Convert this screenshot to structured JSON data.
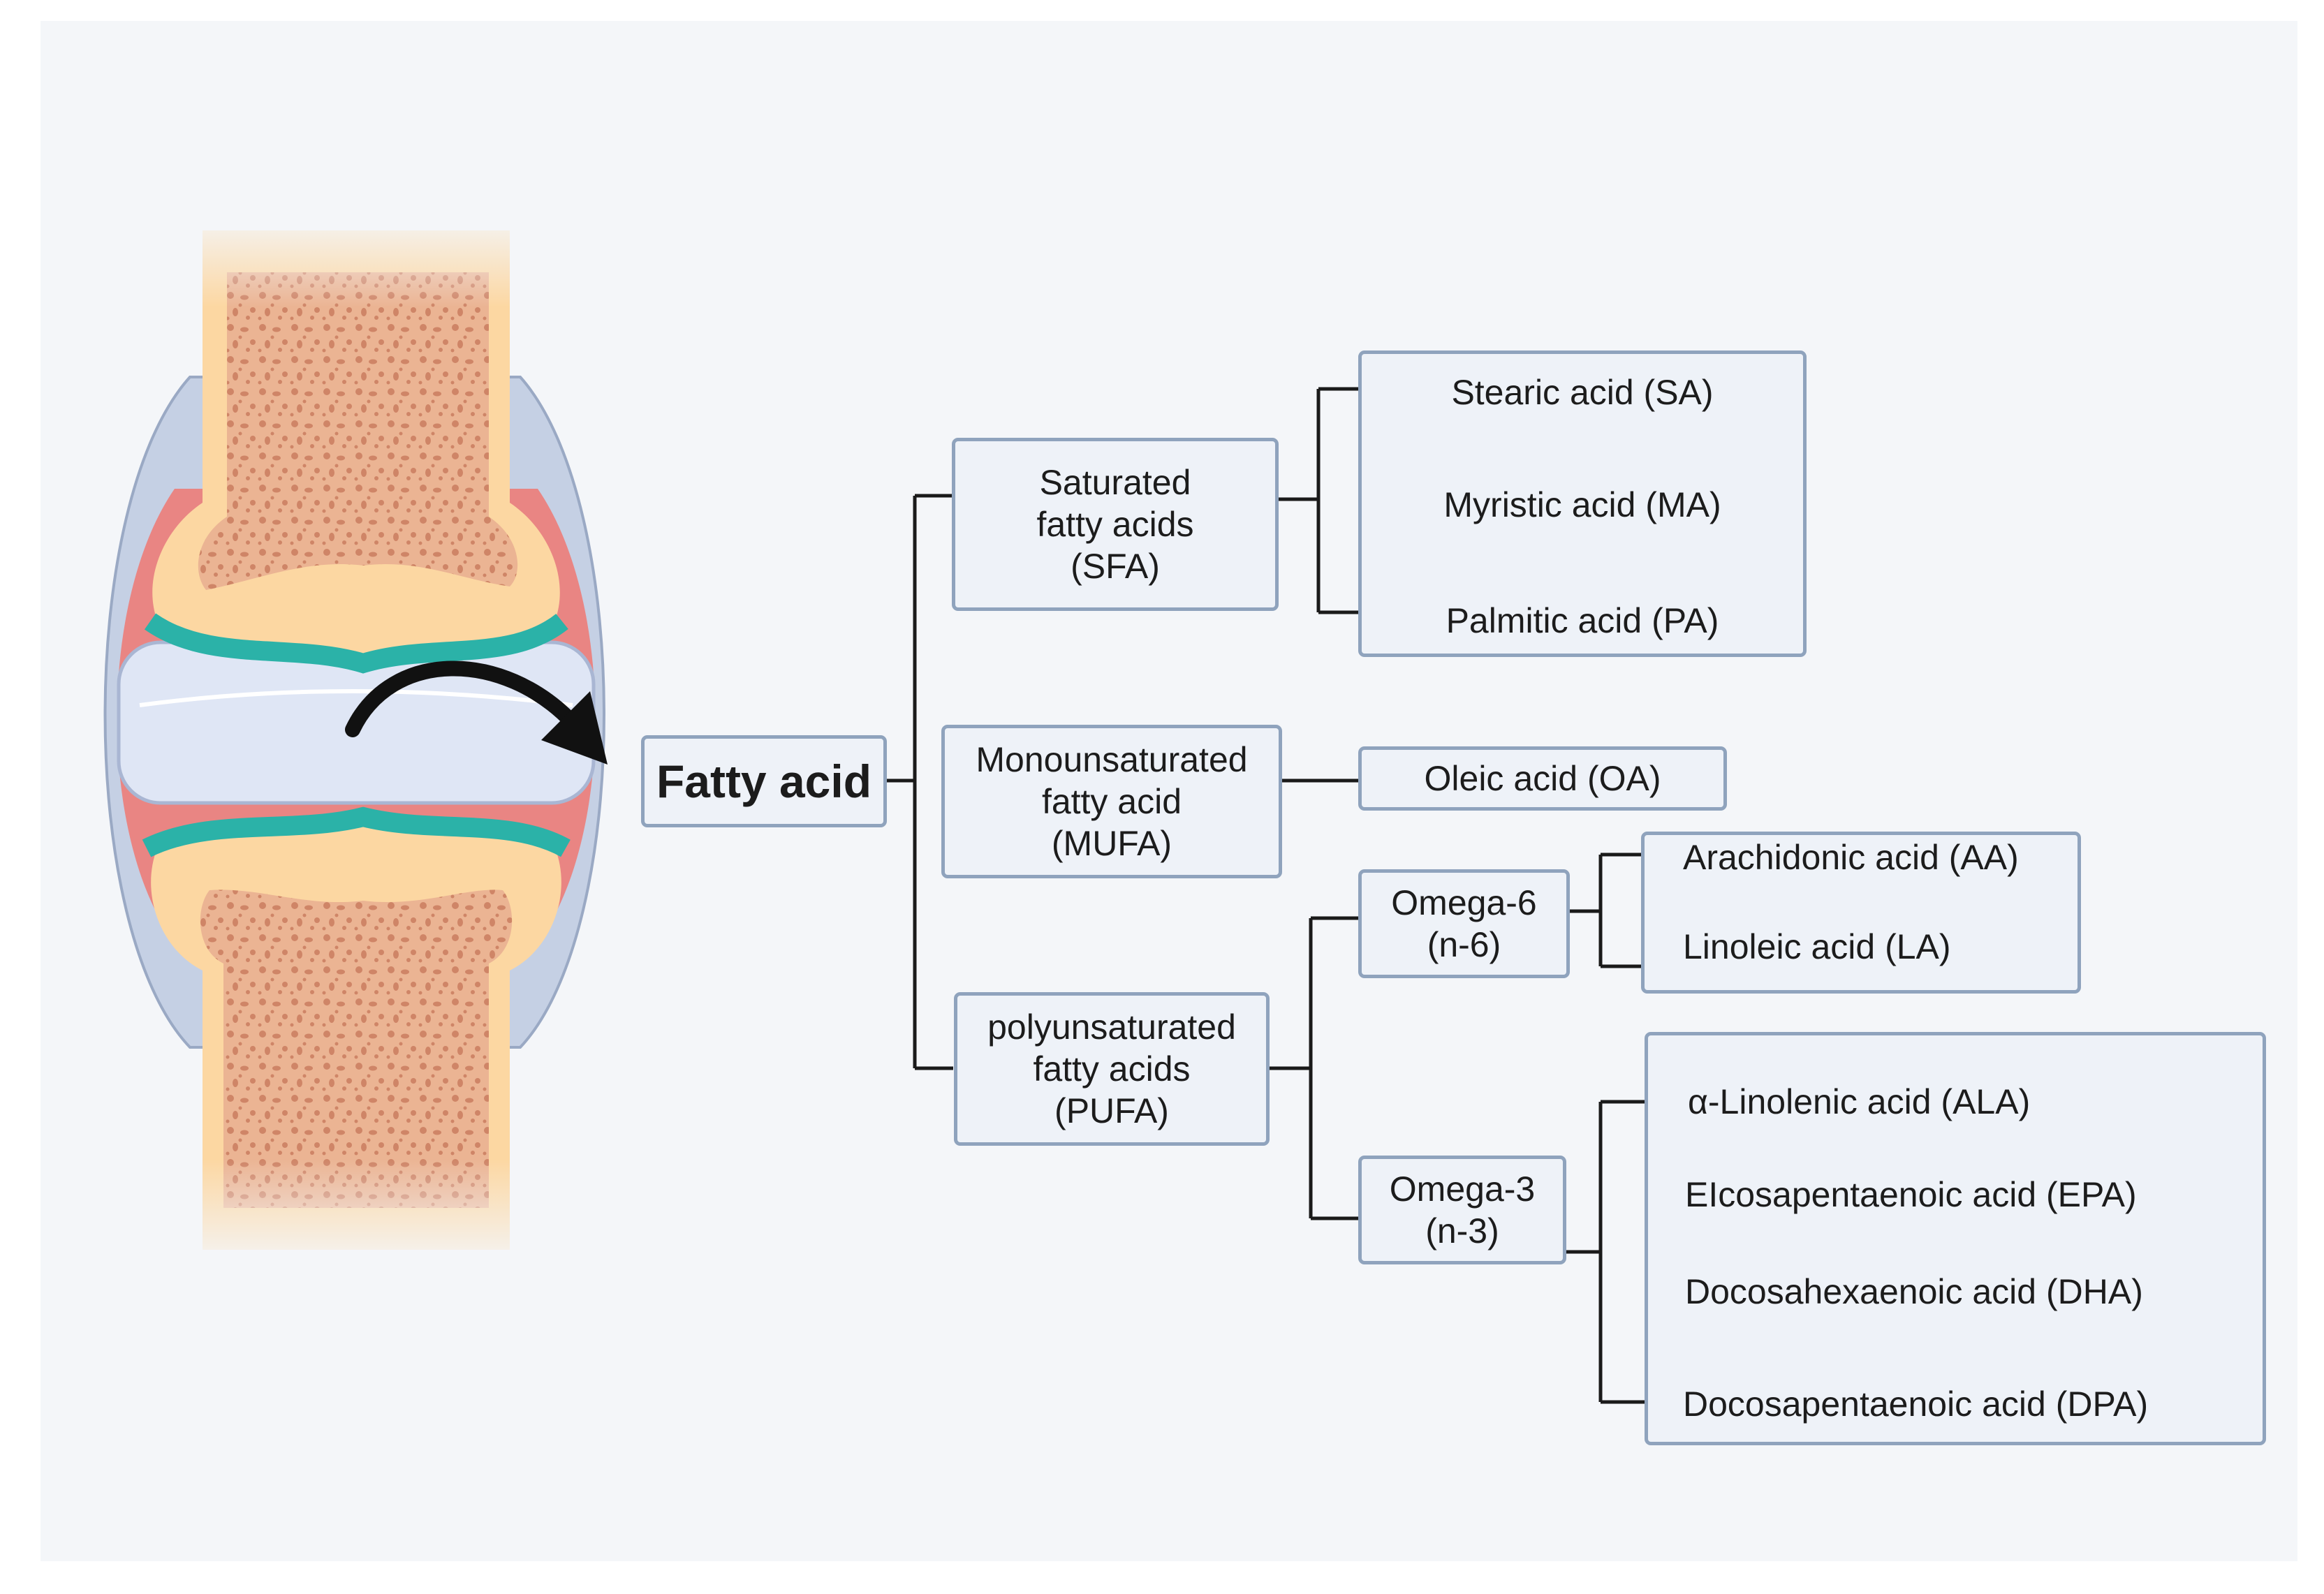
{
  "root": {
    "label": "Fatty acid"
  },
  "classes": {
    "sfa": {
      "lines": [
        "Saturated",
        "fatty acids",
        "(SFA)"
      ]
    },
    "mufa": {
      "lines": [
        "Monounsaturated",
        "fatty acid",
        "(MUFA)"
      ]
    },
    "pufa": {
      "lines": [
        "polyunsaturated",
        "fatty acids",
        "(PUFA)"
      ]
    }
  },
  "omega": {
    "n6": {
      "lines": [
        "Omega-6",
        "(n-6)"
      ]
    },
    "n3": {
      "lines": [
        "Omega-3",
        "(n-3)"
      ]
    }
  },
  "acids": {
    "sfa": [
      "Stearic acid (SA)",
      "Myristic acid (MA)",
      "Palmitic acid (PA)"
    ],
    "mufa": [
      "Oleic acid (OA)"
    ],
    "n6": [
      "Arachidonic acid (AA)",
      "Linoleic acid (LA)"
    ],
    "n3": [
      "α-Linolenic acid (ALA)",
      "EIcosapentaenoic acid (EPA)",
      "Docosahexaenoic acid (DHA)",
      "Docosapentaenoic acid (DPA)"
    ]
  },
  "colors": {
    "box_fill": "#eef2f8",
    "box_border": "#8fa3bd",
    "bone_outer": "#fcd7a2",
    "bone_inner": "#e6a784",
    "cartilage": "#2bb2a8",
    "synovial_fluid": "#dfe6f5",
    "synovium": "#e98583",
    "capsule": "#c5d0e4"
  }
}
